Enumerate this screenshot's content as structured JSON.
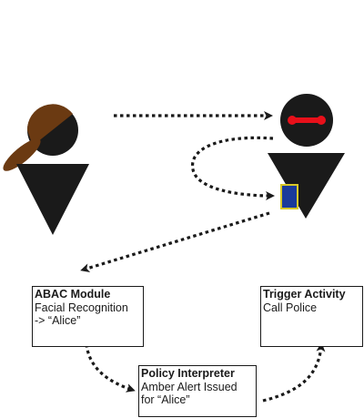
{
  "boxes": {
    "abac": {
      "title": "ABAC Module",
      "lines": [
        "Facial Recognition",
        "-> “Alice”"
      ]
    },
    "policy": {
      "title": "Policy Interpreter",
      "lines": [
        "Amber Alert Issued",
        "for “Alice”"
      ]
    },
    "trigger": {
      "title": "Trigger Activity",
      "lines": [
        "Call Police"
      ]
    }
  },
  "figures": {
    "child": {
      "icon": "person-with-cap",
      "cap_color": "#6b3a12",
      "body_color": "#1a1a1a"
    },
    "robot": {
      "icon": "robot-with-eye-bar",
      "eye_color": "#e8101a",
      "device_color": "#1a3a9a",
      "device_border": "#d8c828",
      "body_color": "#1a1a1a"
    }
  },
  "arrows": {
    "style": "dotted",
    "color": "#1a1a1a"
  }
}
